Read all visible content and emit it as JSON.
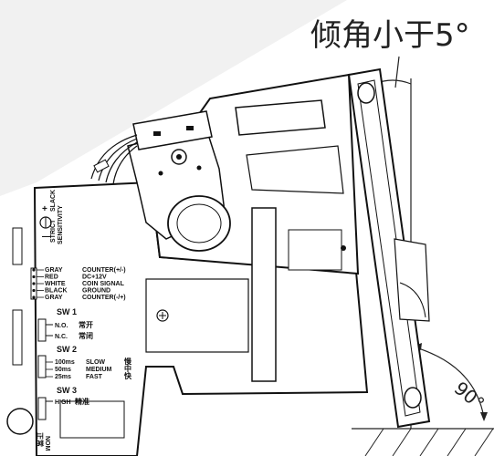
{
  "tilt_label": "倾角小于5°",
  "angle_label": "90°",
  "sensitivity": {
    "plus": "+",
    "minus": "—",
    "strict": "STRICT",
    "slack": "SLACK",
    "title": "SENSITIVITY"
  },
  "wires": [
    {
      "color": "GRAY",
      "signal": "COUNTER(+/-)"
    },
    {
      "color": "RED",
      "signal": "DC+12V"
    },
    {
      "color": "WHITE",
      "signal": "COIN SIGNAL"
    },
    {
      "color": "BLACK",
      "signal": "GROUND"
    },
    {
      "color": "GRAY",
      "signal": "COUNTER(-/+)"
    }
  ],
  "sw1": {
    "title": "SW 1",
    "no": "N.O.",
    "no_cn": "常开",
    "nc": "N.C.",
    "nc_cn": "常闭"
  },
  "sw2": {
    "title": "SW 2",
    "rows": [
      {
        "time": "100ms",
        "speed": "SLOW",
        "cn": "慢"
      },
      {
        "time": "50ms",
        "speed": "MEDIUM",
        "cn": "中"
      },
      {
        "time": "25ms",
        "speed": "FAST",
        "cn": "快"
      }
    ]
  },
  "sw3": {
    "title": "SW 3",
    "high": "HIGH",
    "high_cn": "精准",
    "nom": "NOM",
    "nom_cn": "正常"
  }
}
